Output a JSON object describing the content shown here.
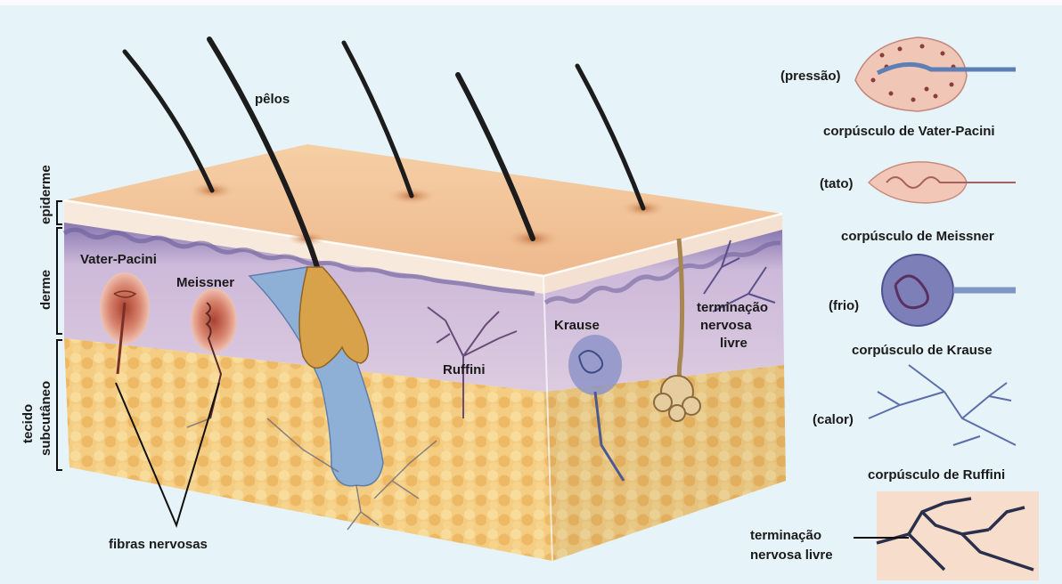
{
  "labels": {
    "pelos": "pêlos",
    "epiderme": "epiderme",
    "derme": "derme",
    "tecido": "tecido",
    "subcutaneo": "subcutâneo",
    "vater_pacini": "Vater-Pacini",
    "meissner": "Meissner",
    "ruffini": "Ruffini",
    "krause": "Krause",
    "term_1": "terminação",
    "term_2": "nervosa",
    "term_3": "livre",
    "fibras": "fibras nervosas"
  },
  "legend": {
    "pacini_stimulus": "(pressão)",
    "pacini_name": "corpúsculo de Vater-Pacini",
    "meissner_stimulus": "(tato)",
    "meissner_name": "corpúsculo de Meissner",
    "krause_stimulus": "(frio)",
    "krause_name": "corpúsculo de Krause",
    "ruffini_stimulus": "(calor)",
    "ruffini_name": "corpúsculo de Ruffini",
    "free_1": "terminação",
    "free_2": "nervosa livre"
  },
  "colors": {
    "surface": "#f3c79a",
    "epidermis": "#f6e7d9",
    "dermis": "#d7c3dc",
    "dermis_top": "#7f72a8",
    "fat": "#f2c77a",
    "hair": "#1e1e1e",
    "nerve_blue": "#7f9ec4",
    "corpuscle_red": "#c76a5c"
  }
}
